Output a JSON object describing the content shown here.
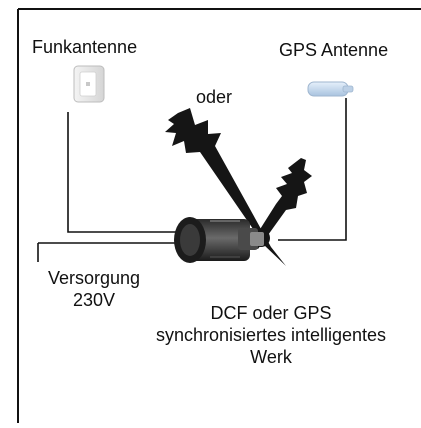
{
  "labels": {
    "radio_antenna": "Funkantenne",
    "gps_antenna": "GPS Antenne",
    "or_word": "oder",
    "supply_line1": "Versorgung",
    "supply_line2": "230V",
    "movement_line1": "DCF oder GPS",
    "movement_line2": "synchronisiertes intelligentes",
    "movement_line3": "Werk"
  }
}
